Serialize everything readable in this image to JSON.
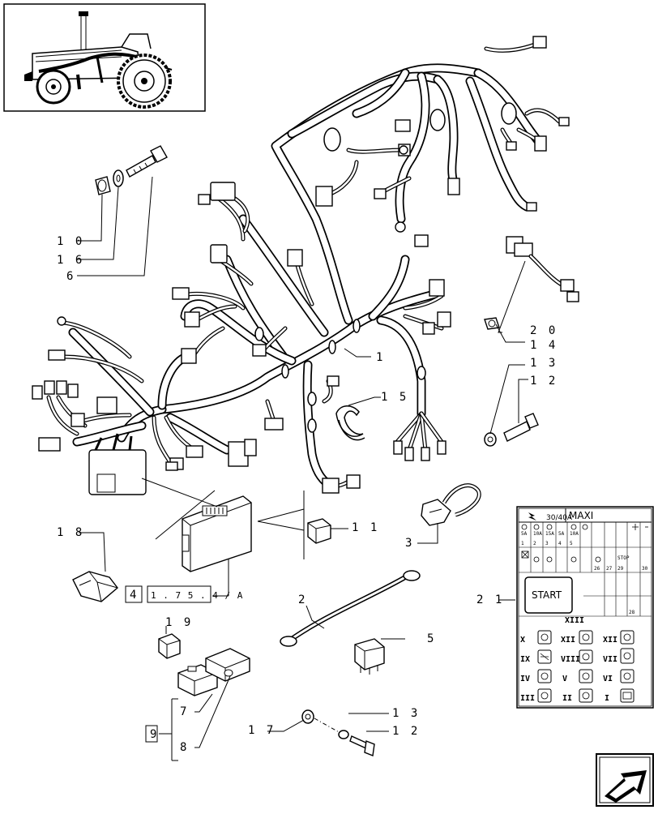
{
  "callouts": {
    "c10": "1 0",
    "c16": "1 6",
    "c6": "6",
    "c1": "1",
    "c15": "1 5",
    "c20": "2 0",
    "c14": "1 4",
    "c13a": "1 3",
    "c12a": "1 2",
    "c18": "1 8",
    "c11": "1 1",
    "c3": "3",
    "c2": "2",
    "c5": "5",
    "c19": "1 9",
    "c21": "2 1",
    "c17": "1 7",
    "c13b": "1 3",
    "c12b": "1 2",
    "c9": "9",
    "c7": "7",
    "c8": "8"
  },
  "reference": {
    "box_num": "4",
    "ref": "1 . 7 5 . 4 / A"
  },
  "fuse_panel": {
    "header_rating": "30/40A",
    "header_label": "MAXI",
    "start_label": "START",
    "roman_xiii": "XIII",
    "relay_row1": [
      "X",
      "XII",
      "XII"
    ],
    "relay_row2": [
      "IX",
      "VIII",
      "VII"
    ],
    "relay_row3": [
      "IV",
      "V",
      "VI"
    ],
    "relay_row4": [
      "III",
      "II",
      "I"
    ],
    "fuse_numbers_left": [
      "1",
      "2",
      "3",
      "4",
      "5"
    ],
    "fuse_numbers_right": [
      "26",
      "27",
      "28",
      "29",
      "30"
    ],
    "fuse_ratings": [
      "5A",
      "10A",
      "15A",
      "5A",
      "10A"
    ],
    "stop_label": "STOP"
  },
  "icons": [
    "tractor-thumbnail",
    "next-page-arrow-icon"
  ]
}
